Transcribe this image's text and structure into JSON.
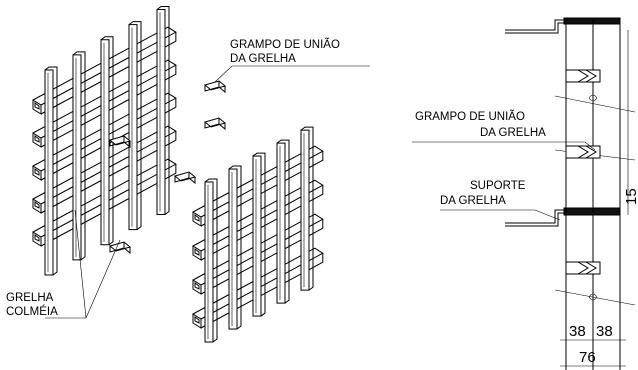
{
  "labels": {
    "clip_left": [
      "GRAMPO DE UNIÃO",
      "DA GRELHA"
    ],
    "grid_left": [
      "GRELHA",
      "COLMÉIA"
    ],
    "clip_right": [
      "GRAMPO DE UNIÃO",
      "DA GRELHA"
    ],
    "support_right": [
      "SUPORTE",
      "DA GRELHA"
    ]
  },
  "dimensions": {
    "half_a": "38",
    "half_b": "38",
    "total": "76",
    "height": "15"
  }
}
